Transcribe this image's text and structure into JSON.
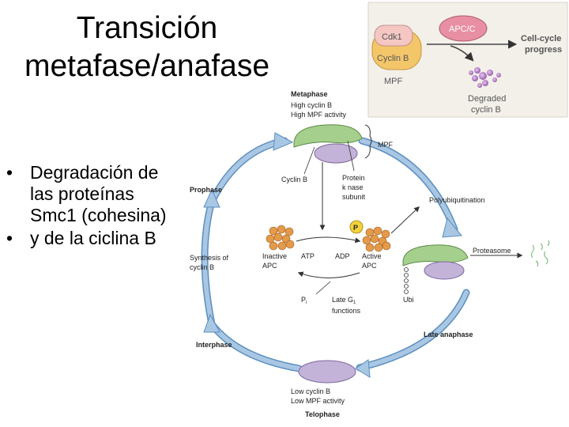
{
  "slide": {
    "title_line1": "Transición",
    "title_line2": "metafase/anafase",
    "bullets": [
      "Degradación de las proteínas Smc1 (cohesina)",
      " y de la ciclina B"
    ]
  },
  "inset": {
    "cdk1": "Cdk1",
    "cyclin_b": "Cyclin B",
    "apc_c": "APC/C",
    "mpf": "MPF",
    "progress_line1": "Cell-cycle",
    "progress_line2": "progress",
    "degraded_line1": "Degraded",
    "degraded_line2": "cyclin B"
  },
  "cycle": {
    "metaphase": "Metaphase",
    "metaphase_sub1": "High cyclin B",
    "metaphase_sub2": "High MPF activity",
    "mpf": "MPF",
    "cyclin_b": "Cyclin B",
    "protein_kinase_1": "Protein",
    "protein_kinase_2": "k nase",
    "protein_kinase_3": "subunit",
    "polyubiquitination": "Polyubiquitination",
    "prophase": "Prophase",
    "p_badge": "P",
    "proteasome": "Proteasome",
    "synthesis_1": "Synthesis of",
    "synthesis_2": "cyclin B",
    "inactive_apc_1": "Inactive",
    "inactive_apc_2": "APC",
    "atp": "ATP",
    "adp": "ADP",
    "active_apc_1": "Active",
    "active_apc_2": "APC",
    "pi": "P",
    "pi_sub": "i",
    "late_g1_1": "Late G",
    "late_g1_sub": "1",
    "late_g1_2": "functions",
    "ubi": "Ubi",
    "interphase": "Interphase",
    "late_anaphase": "Late anaphase",
    "telophase_sub1": "Low cyclin B",
    "telophase_sub2": "Low MPF activity",
    "telophase": "Telophase"
  },
  "colors": {
    "cycle_arrow": "#a9c7e3",
    "cycle_arrow_edge": "#5b8fc0",
    "kinase_green": "#a4cf8c",
    "cyclin_purple": "#c4b3d8",
    "apc_orange": "#e49a4a",
    "p_badge": "#f3d23a",
    "inset_bg": "#f3f0ea",
    "inset_cyclin": "#f4c66a",
    "inset_cdk": "#f5c7c3",
    "inset_apc": "#e98fa3"
  }
}
